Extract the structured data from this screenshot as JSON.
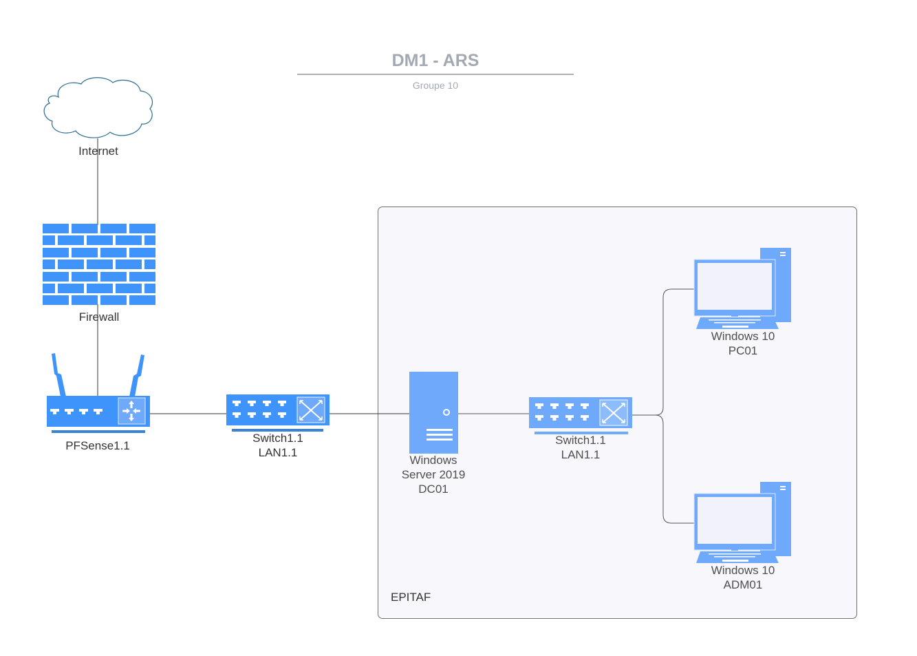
{
  "header": {
    "title": "DM1 - ARS",
    "subtitle": "Groupe 10"
  },
  "colors": {
    "device_blue": "#3f94fc",
    "device_light_blue": "#6ea9fc",
    "cloud_stroke": "#2c6c8e",
    "zone_background": "#f7f7fc",
    "zone_border": "#707070",
    "wire": "#333333",
    "title_gray": "#a3a9b3"
  },
  "zone": {
    "label": "EPITAF"
  },
  "nodes": {
    "internet": {
      "type": "cloud",
      "icon": "cloud-icon",
      "label": "Internet"
    },
    "firewall": {
      "type": "firewall",
      "icon": "brick-wall-icon",
      "label": "Firewall"
    },
    "router": {
      "type": "router",
      "icon": "wireless-router-icon",
      "label": "PFSense1.1"
    },
    "switch1": {
      "type": "switch",
      "icon": "network-switch-icon",
      "label_line1": "Switch1.1",
      "label_line2": "LAN1.1"
    },
    "server": {
      "type": "server",
      "icon": "server-tower-icon",
      "label_line1": "Windows",
      "label_line2": "Server 2019",
      "label_line3": "DC01"
    },
    "switch2": {
      "type": "switch",
      "icon": "network-switch-icon",
      "label_line1": "Switch1.1",
      "label_line2": "LAN1.1"
    },
    "pc01": {
      "type": "desktop",
      "icon": "desktop-computer-icon",
      "label_line1": "Windows 10",
      "label_line2": "PC01"
    },
    "adm01": {
      "type": "desktop",
      "icon": "desktop-computer-icon",
      "label_line1": "Windows 10",
      "label_line2": "ADM01"
    }
  },
  "connections": [
    {
      "from": "internet",
      "to": "firewall"
    },
    {
      "from": "firewall",
      "to": "router"
    },
    {
      "from": "router",
      "to": "switch1"
    },
    {
      "from": "switch1",
      "to": "server"
    },
    {
      "from": "server",
      "to": "switch2"
    },
    {
      "from": "switch2",
      "to": "pc01"
    },
    {
      "from": "switch2",
      "to": "adm01"
    }
  ]
}
